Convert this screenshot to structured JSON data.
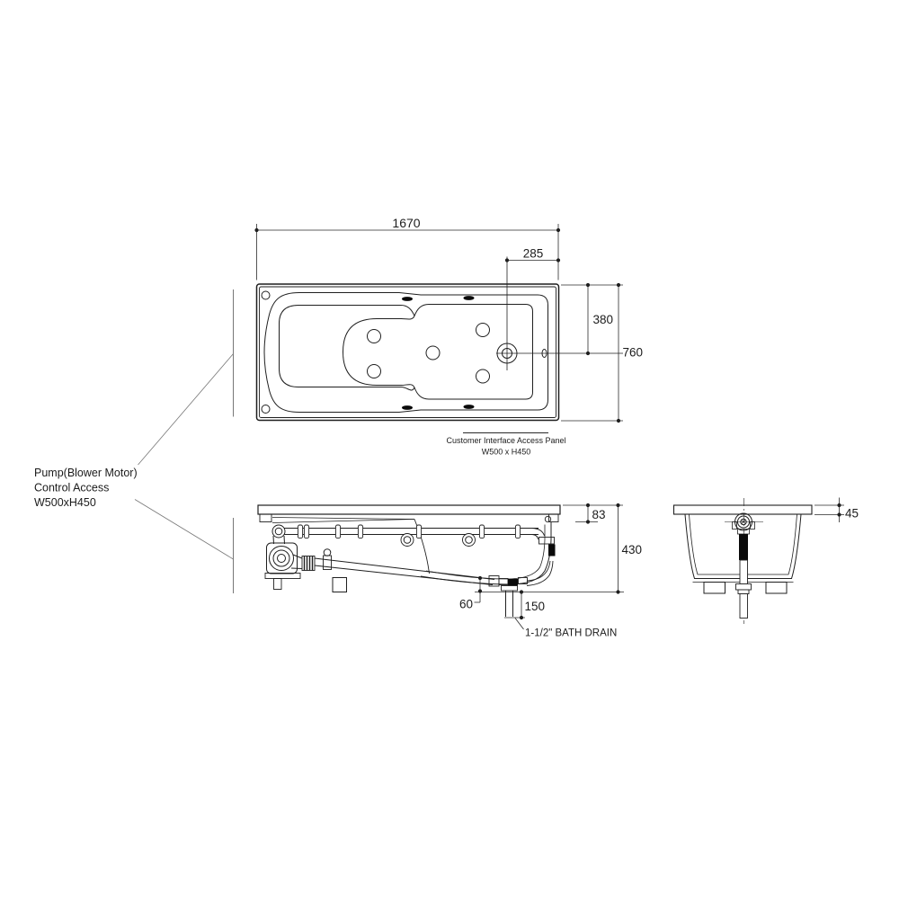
{
  "colors": {
    "line": "#1f1f1f",
    "dim": "#2a2a2a",
    "leader": "#787878",
    "background": "#ffffff",
    "fitting_fill": "#0a0a0a"
  },
  "plan_view": {
    "dims": {
      "overall_length": "1670",
      "drain_to_end": "285",
      "drain_to_side": "380",
      "overall_width": "760"
    },
    "panel_note": {
      "line1": "Customer Interface Access Panel",
      "line2": "W500 x H450"
    }
  },
  "side_view": {
    "dims": {
      "rim_drop": "83",
      "overall_height": "430",
      "floor_gap": "60",
      "drain_length": "150"
    },
    "drain_note": "1-1/2\" BATH DRAIN"
  },
  "end_view": {
    "dims": {
      "rim_thickness": "45"
    }
  },
  "pump_note": {
    "line1": "Pump(Blower Motor)",
    "line2": "Control Access",
    "line3": "W500xH450"
  }
}
